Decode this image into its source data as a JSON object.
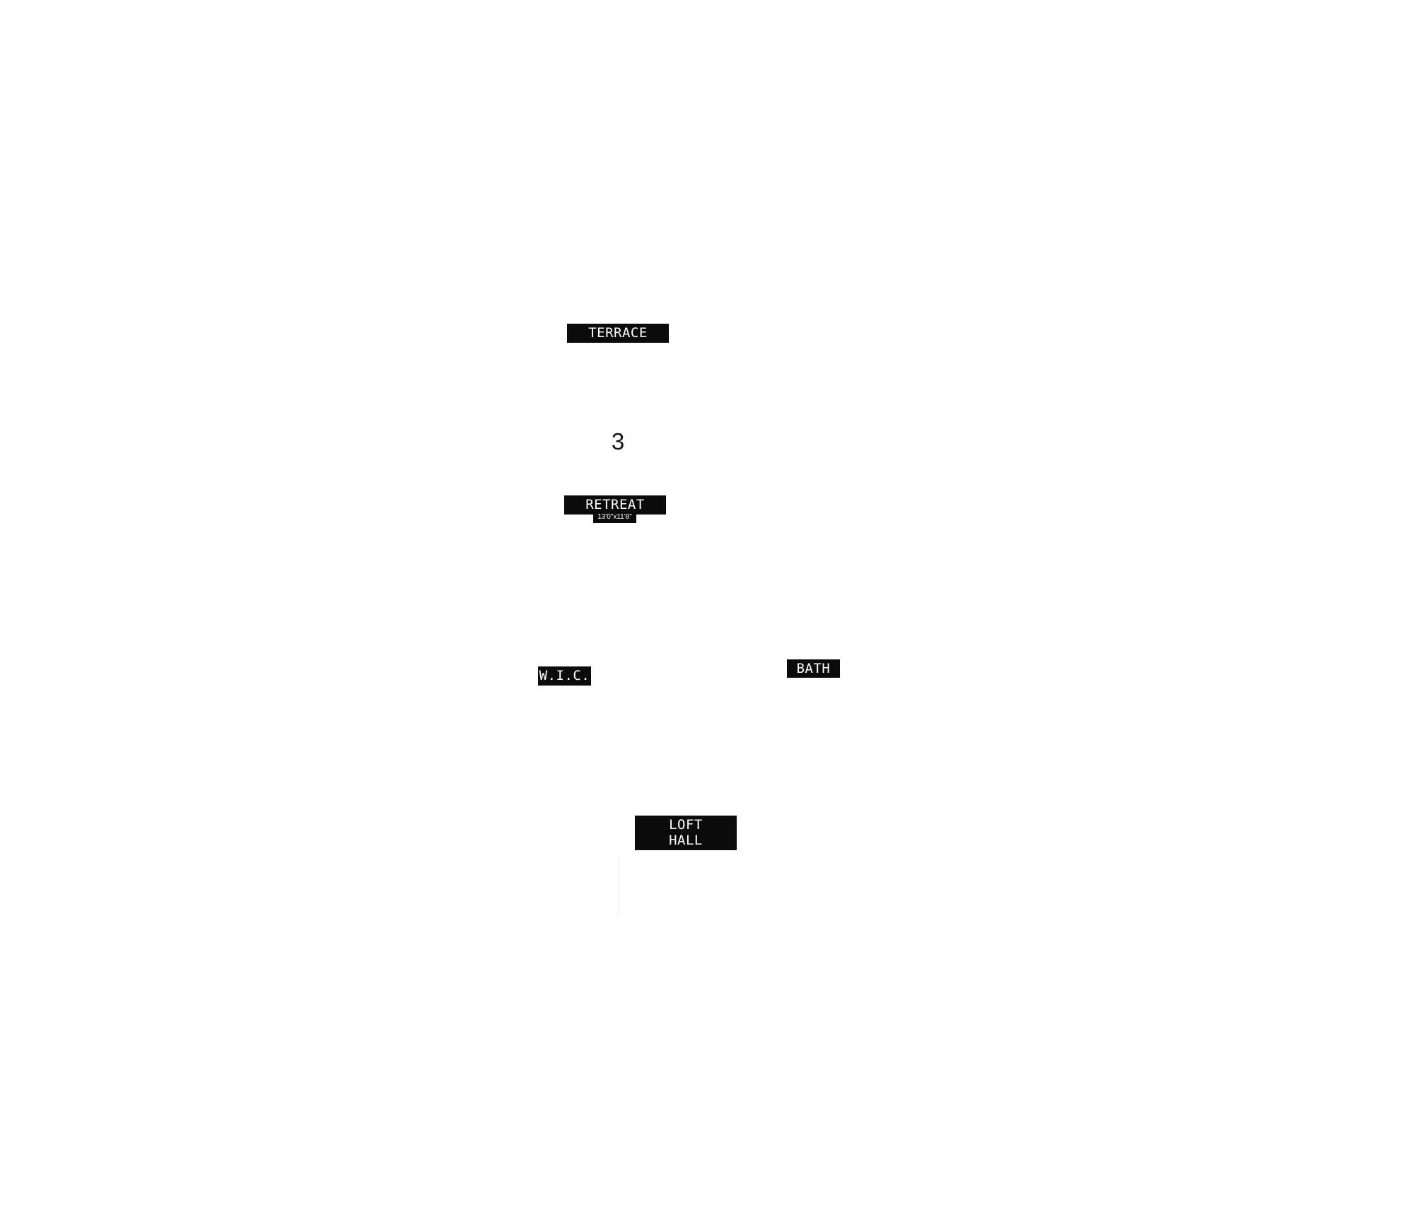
{
  "rooms": {
    "terrace": {
      "name": "TERRACE"
    },
    "retreat": {
      "name": "RETREAT",
      "dimensions": "13'0\"x11'8\""
    },
    "wic": {
      "name": "W.I.C."
    },
    "bath": {
      "name": "BATH"
    },
    "loft_hall": {
      "name": "LOFT\nHALL"
    }
  },
  "level_number": "3",
  "colors": {
    "background": "#ffffff",
    "label_fill": "#0b0b0b",
    "label_text": "#ffffff",
    "number_text": "#111111"
  }
}
